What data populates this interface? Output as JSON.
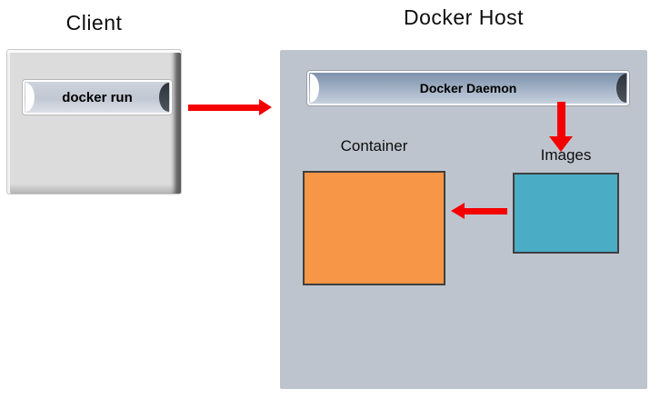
{
  "diagram": {
    "client": {
      "title": "Client",
      "button_label": "docker run"
    },
    "docker_host": {
      "title": "Docker Host",
      "daemon_label": "Docker Daemon",
      "container": {
        "label": "Container",
        "fill": "#f79646"
      },
      "images": {
        "label": "Images",
        "fill": "#4bacc6"
      }
    },
    "arrows": [
      {
        "name": "client-to-daemon",
        "direction": "right",
        "color": "#f40000"
      },
      {
        "name": "daemon-to-images",
        "direction": "down",
        "color": "#f40000"
      },
      {
        "name": "images-to-container",
        "direction": "left",
        "color": "#f40000"
      }
    ],
    "colors": {
      "background": "#ffffff",
      "client_panel_fill": "#dcdcdc",
      "host_panel_fill": "#bec4ce",
      "daemon_bar_gradient_top": "#7e92ab",
      "daemon_bar_gradient_bottom": "#c7d1de",
      "button_fill": "#c7cdd7",
      "arrow_red": "#f40000",
      "box_border": "#3f3f3f",
      "text": "#0d0d0d"
    }
  }
}
